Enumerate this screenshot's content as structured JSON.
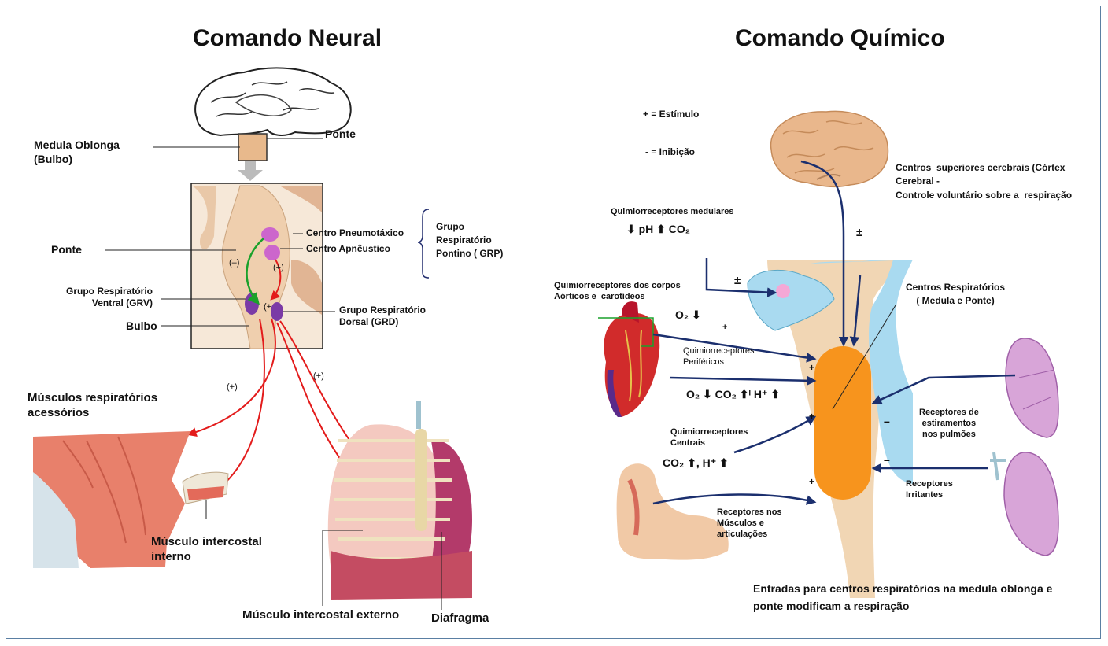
{
  "colors": {
    "red_arrow": "#e31b1b",
    "navy_arrow": "#1b2f6e",
    "medulla_orange": "#f7941d",
    "csf_blue": "#a9daf0",
    "brainstem": "#f1d6b4",
    "pneumo_purple": "#cc66cc",
    "frame": "#5a7fa3"
  },
  "neural": {
    "title": "Comando Neural",
    "label_medula": "Medula Oblonga\n(Bulbo)",
    "label_ponte_top": "Ponte",
    "label_ponte_left": "Ponte",
    "label_pneumotaxico": "Centro Pneumotáxico",
    "label_apneustico": "Centro Apnêustico",
    "label_grp": "Grupo\nRespiratório\nPontino ( GRP)",
    "label_grv": "Grupo Respiratório\nVentral (GRV)",
    "label_bulbo": "Bulbo",
    "label_grd": "Grupo Respiratório\nDorsal (GRD)",
    "sign_minus": "(–)",
    "sign_plus_a": "(+)",
    "sign_plus_b": "(+",
    "sign_plus_c": "(+)",
    "sign_plus_d": "(+)",
    "label_acessorios": "Músculos respiratórios\nacessórios",
    "label_intercostal_interno": "Músculo intercostal\ninterno",
    "label_intercostal_externo": "Músculo intercostal externo",
    "label_diafragma": "Diafragma"
  },
  "chemical": {
    "title": "Comando Químico",
    "legend_estimulo": "+ = Estímulo",
    "legend_inibicao": "- = Inibição",
    "label_centros_superiores": "Centros  superiores cerebrais (Córtex\nCerebral -\nControle voluntário sobre a  respiração",
    "label_quimio_medulares": "Quimiorreceptores medulares",
    "formula_medulares": "⬇ pH  ⬆ CO₂",
    "pm_top": "±",
    "pm_mid": "±",
    "label_quimio_corpos": "Quimiorreceptores dos corpos\nAórticos e  carotídeos",
    "label_centros_resp": "Centros Respiratórios\n( Medula e Ponte)",
    "formula_o2_down": "O₂ ⬇",
    "plus_small": "+",
    "label_perifericos": "Quimiorreceptores\nPeriféricos",
    "formula_periferico": "O₂ ⬇ CO₂ ⬆ᴵ H⁺ ⬆",
    "label_estiramento": "Receptores de\nestiramentos\nnos pulmões",
    "label_quimio_centrais": "Quimiorreceptores\nCentrais",
    "formula_centrais": "CO₂ ⬆, H⁺ ⬆",
    "label_irritantes": "Receptores\nIrritantes",
    "label_musculos": "Receptores nos\nMúsculos e\narticulações",
    "sign_plus_1": "+",
    "sign_plus_2": "+",
    "sign_plus_3": "+",
    "sign_minus_1": "–",
    "sign_minus_2": "–",
    "caption": "Entradas para centros respiratórios na medula oblonga e\nponte modificam a respiração"
  }
}
